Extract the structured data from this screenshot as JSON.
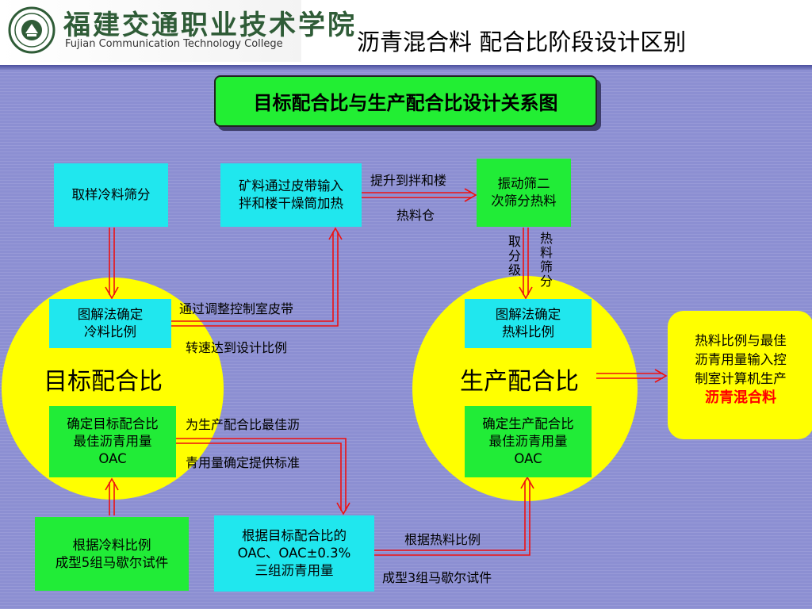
{
  "header": {
    "logo_text_cn": "福建交通职业技术学院",
    "logo_text_en": "Fujian Communication Technology College",
    "page_title": "沥青混合料  配合比阶段设计区别"
  },
  "diagram": {
    "title": "目标配合比与生产配合比设计关系图",
    "circles": {
      "target": "目标配合比",
      "production": "生产配合比"
    },
    "boxes": {
      "sampling": "取样冷料筛分",
      "belt_line1": "矿料通过皮带输入",
      "belt_line2": "拌和楼干燥筒加热",
      "screen_line1": "振动筛二",
      "screen_line2": "次筛分热料",
      "cold_graph_line1": "图解法确定",
      "cold_graph_line2": "冷料比例",
      "hot_graph_line1": "图解法确定",
      "hot_graph_line2": "热料比例",
      "target_oac_line1": "确定目标配合比",
      "target_oac_line2": "最佳沥青用量",
      "target_oac_line3": "OAC",
      "prod_oac_line1": "确定生产配合比",
      "prod_oac_line2": "最佳沥青用量",
      "prod_oac_line3": "OAC",
      "cold_marshall_line1": "根据冷料比例",
      "cold_marshall_line2": "成型5组马歇尔试件",
      "three_asphalt_line1": "根据目标配合比的",
      "three_asphalt_line2": "OAC、OAC±0.3%",
      "three_asphalt_line3": "三组沥青用量"
    },
    "output": {
      "line1": "热料比例与最佳",
      "line2": "沥青用量输入控",
      "line3": "制室计算机生产",
      "line4_highlight": "沥青混合料"
    },
    "labels": {
      "lift_line1": "提升到拌和楼",
      "lift_line2": "热料仓",
      "hot_screen_col1": "取分级",
      "hot_screen_col2": "热料筛分",
      "adjust_line1": "通过调整控制室皮带",
      "adjust_line2": "转速达到设计比例",
      "standard_line1": "为生产配合比最佳沥",
      "standard_line2": "青用量确定提供标准",
      "hot_ratio_line1": "根据热料比例",
      "hot_ratio_line2": "成型3组马歇尔试件"
    }
  }
}
